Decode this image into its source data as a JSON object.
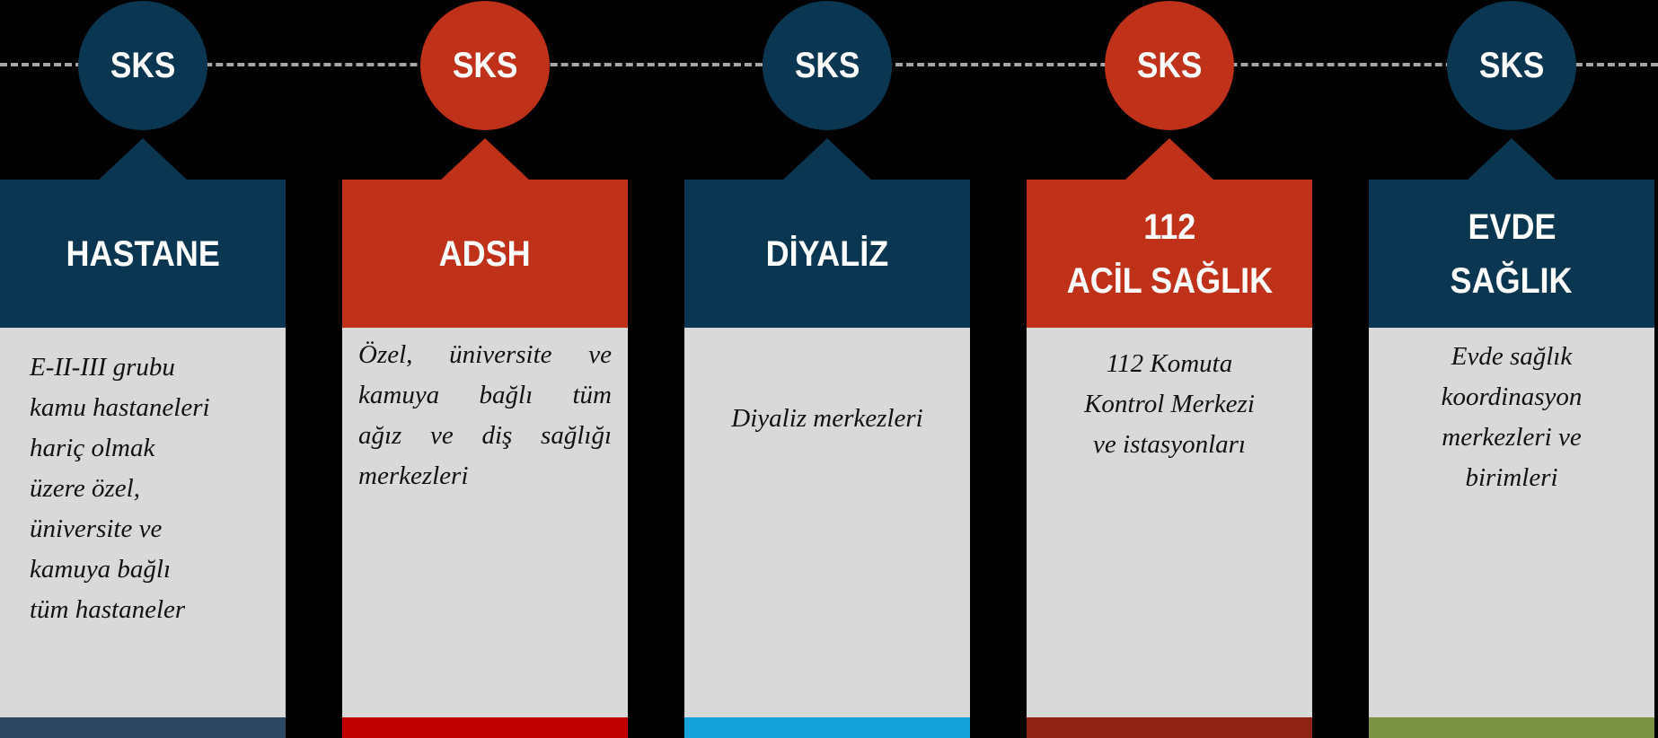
{
  "badge_label": "SKS",
  "columns": [
    {
      "title_lines": [
        "HASTANE"
      ],
      "body_lines": [
        "E-II-III grubu",
        "kamu hastaneleri",
        "hariç olmak",
        "üzere özel,",
        "üniversite ve",
        "kamuya bağlı",
        "tüm hastaneler"
      ],
      "theme": "#0a3651",
      "bar_color": "#2c4863"
    },
    {
      "title_lines": [
        "ADSH"
      ],
      "body_lines": [
        "Özel, üniversite ve",
        "kamuya bağlı tüm",
        "ağız ve diş sağlığı",
        "merkezleri"
      ],
      "theme": "#c0311a",
      "bar_color": "#c00000"
    },
    {
      "title_lines": [
        "DİYALİZ"
      ],
      "body_lines": [
        "Diyaliz merkezleri"
      ],
      "theme": "#0a3651",
      "bar_color": "#15a3d9"
    },
    {
      "title_lines": [
        "112",
        "ACİL SAĞLIK"
      ],
      "body_lines": [
        "112 Komuta",
        "Kontrol Merkezi",
        "ve istasyonları"
      ],
      "theme": "#c0311a",
      "bar_color": "#8e2316"
    },
    {
      "title_lines": [
        "EVDE",
        "SAĞLIK"
      ],
      "body_lines": [
        "Evde sağlık",
        "koordinasyon",
        "merkezleri ve",
        "birimleri"
      ],
      "theme": "#0a3651",
      "bar_color": "#7b9144"
    }
  ]
}
